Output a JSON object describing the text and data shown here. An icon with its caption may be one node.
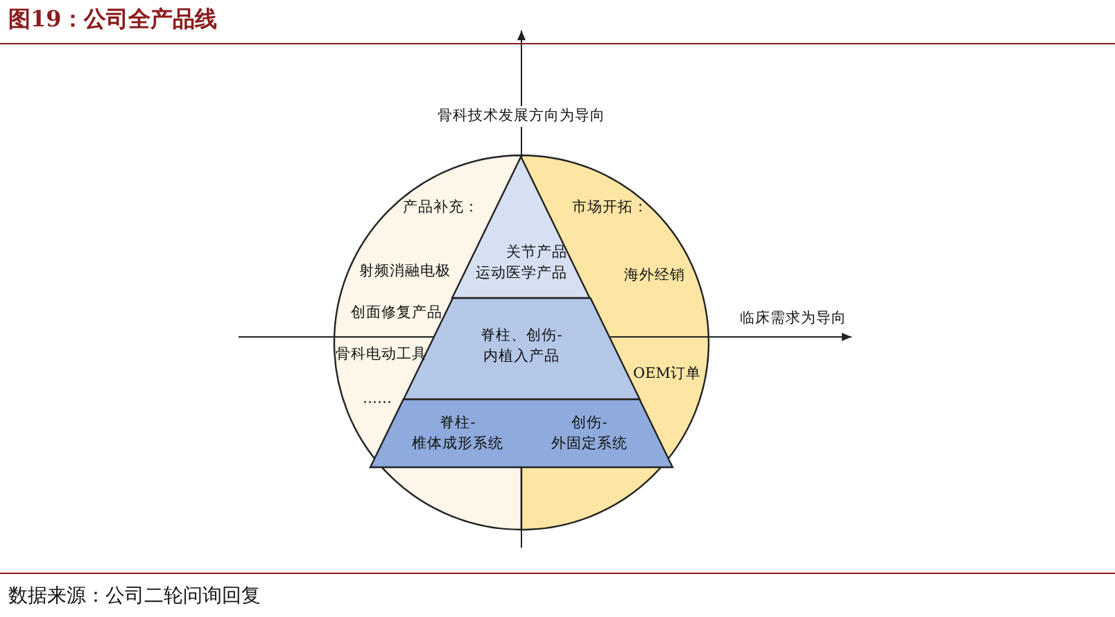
{
  "diagram": {
    "title": "图19：公司全产品线",
    "caption": "数据来源：公司二轮问询回复",
    "nodes": [
      {
        "text": [
          "产品补充：",
          "射频消融电极",
          "创面修复产品",
          "骨科电动工具",
          "……"
        ]
      },
      {
        "text": [
          "市场开拓：",
          "海外经销",
          "OEM订单"
        ]
      },
      {
        "text": [
          "关节产品运动医学产品"
        ]
      },
      {
        "text": [
          "脊柱、创伤-内植入产品"
        ]
      },
      {
        "text": [
          "脊柱-椎体成形系统",
          "创伤-外固定系统"
        ]
      }
    ],
    "edges": [],
    "labels": [
      "骨科技术发展方向为导向",
      "临床需求为导向"
    ]
  }
}
